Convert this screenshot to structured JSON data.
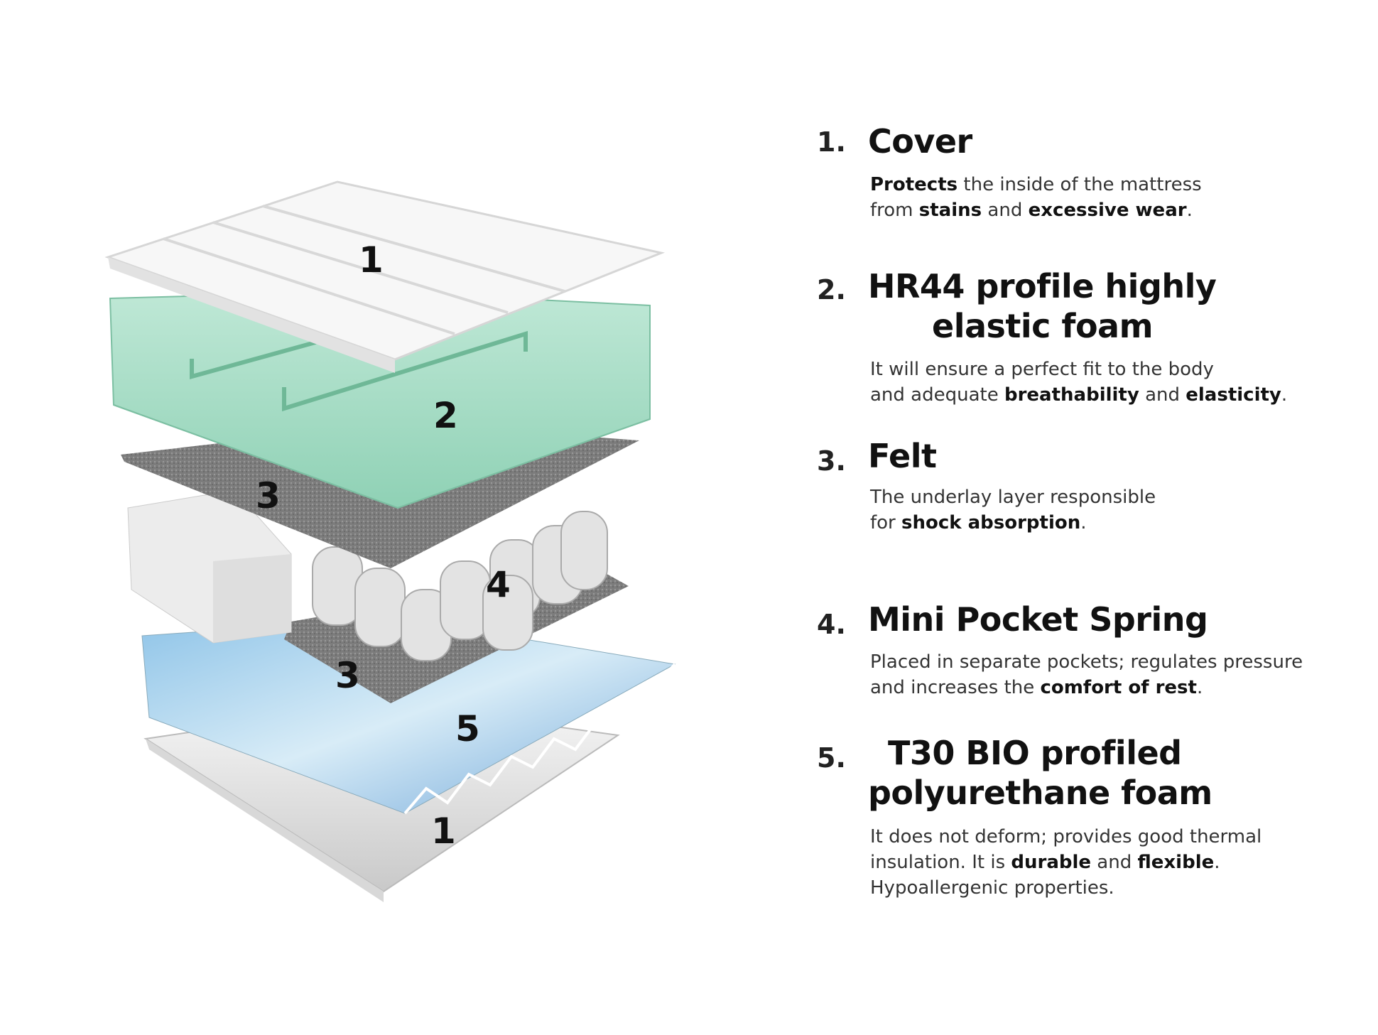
{
  "diagram": {
    "layer_labels": [
      "1",
      "2",
      "3",
      "4",
      "3",
      "5",
      "1"
    ]
  },
  "legend": [
    {
      "number": "1.",
      "title_line1": "Cover",
      "title_line2": "",
      "desc": [
        [
          "b",
          "Protects"
        ],
        [
          "t",
          " the inside of the mattress"
        ],
        [
          "br",
          ""
        ],
        [
          "t",
          "from "
        ],
        [
          "b",
          "stains"
        ],
        [
          "t",
          " and "
        ],
        [
          "b",
          "excessive wear"
        ],
        [
          "t",
          "."
        ]
      ]
    },
    {
      "number": "2.",
      "title_line1": "HR44 profile highly",
      "title_line2": "elastic foam",
      "desc": [
        [
          "t",
          "It will ensure a perfect fit to the body"
        ],
        [
          "br",
          ""
        ],
        [
          "t",
          "and adequate "
        ],
        [
          "b",
          "breathability"
        ],
        [
          "t",
          " and "
        ],
        [
          "b",
          "elasticity"
        ],
        [
          "t",
          "."
        ]
      ]
    },
    {
      "number": "3.",
      "title_line1": "Felt",
      "title_line2": "",
      "desc": [
        [
          "t",
          "The underlay layer responsible"
        ],
        [
          "br",
          ""
        ],
        [
          "t",
          "for "
        ],
        [
          "b",
          "shock absorption"
        ],
        [
          "t",
          "."
        ]
      ]
    },
    {
      "number": "4.",
      "title_line1": "Mini Pocket Spring",
      "title_line2": "",
      "desc": [
        [
          "t",
          "Placed in separate pockets; regulates pressure"
        ],
        [
          "br",
          ""
        ],
        [
          "t",
          "and increases the "
        ],
        [
          "b",
          "comfort of rest"
        ],
        [
          "t",
          "."
        ]
      ]
    },
    {
      "number": "5.",
      "title_line1": "T30 BIO profiled",
      "title_line2": "polyurethane foam",
      "desc": [
        [
          "t",
          "It does not deform; provides good thermal"
        ],
        [
          "br",
          ""
        ],
        [
          "t",
          "insulation. It is "
        ],
        [
          "b",
          "durable"
        ],
        [
          "t",
          " and "
        ],
        [
          "b",
          "flexible"
        ],
        [
          "t",
          "."
        ],
        [
          "br",
          ""
        ],
        [
          "t",
          "Hypoallergenic properties."
        ]
      ]
    }
  ],
  "colors": {
    "green": "#a8dcc6",
    "felt": "#7a7a7a",
    "blue": "#a9cde8",
    "white": "#f4f4f4"
  }
}
